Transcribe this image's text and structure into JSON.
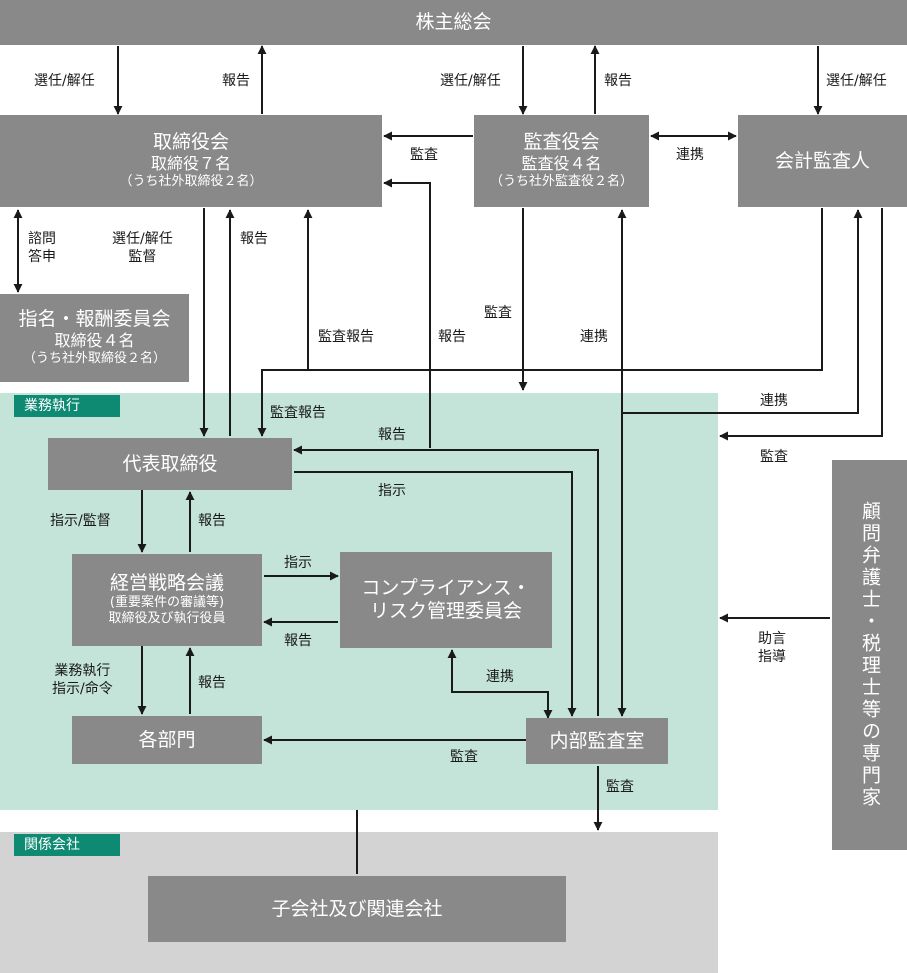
{
  "zones": {
    "execution": "業務執行",
    "affiliates": "関係会社"
  },
  "boxes": {
    "shareholders": "株主総会",
    "board": {
      "title": "取締役会",
      "line1": "取締役７名",
      "line2": "（うち社外取締役２名）"
    },
    "audit_board": {
      "title": "監査役会",
      "line1": "監査役４名",
      "line2": "（うち社外監査役２名）"
    },
    "accounting_auditor": "会計監査人",
    "nomination_committee": {
      "title": "指名・報酬委員会",
      "line1": "取締役４名",
      "line2": "（うち社外取締役２名）"
    },
    "representative": "代表取締役",
    "management_council": {
      "title": "経営戦略会議",
      "line1": "(重要案件の審議等)",
      "line2": "取締役及び執行役員"
    },
    "compliance_committee": {
      "line1": "コンプライアンス・",
      "line2": "リスク管理委員会"
    },
    "departments": "各部門",
    "internal_audit": "内部監査室",
    "subsidiaries": "子会社及び関連会社",
    "advisors": "顧問弁護士・税理士等の専門家"
  },
  "labels": {
    "l1": "選任/解任",
    "l2": "報告",
    "l3": "選任/解任",
    "l4": "報告",
    "l5": "選任/解任",
    "l6": "監査",
    "l7": "連携",
    "l8a": "諮問",
    "l8b": "答申",
    "l9a": "選任/解任",
    "l9b": "監督",
    "l10": "報告",
    "l11": "監査報告",
    "l12": "報告",
    "l13": "監査",
    "l14": "連携",
    "l15": "監査報告",
    "l16": "報告",
    "l17": "連携",
    "l18": "指示",
    "l19": "監査",
    "l20": "指示/監督",
    "l21": "報告",
    "l22": "指示",
    "l23": "報告",
    "l24a": "業務執行",
    "l24b": "指示/命令",
    "l25": "報告",
    "l26": "連携",
    "l27": "監査",
    "l28": "監査",
    "l29a": "助言",
    "l29b": "指導"
  },
  "colors": {
    "box": "#898989",
    "execution_zone": "#c4e4da",
    "affiliates_zone": "#d3d3d3",
    "zone_tag": "#0e8a73",
    "line": "#1a1a1a"
  }
}
